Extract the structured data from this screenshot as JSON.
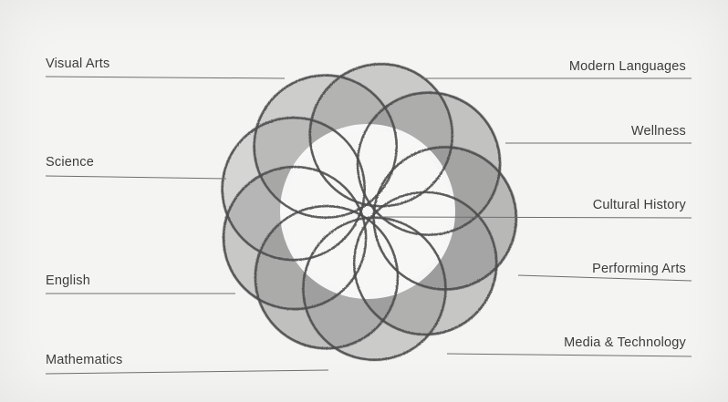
{
  "diagram": {
    "center_label": "",
    "subjects": [
      {
        "id": "visual-arts",
        "label": "Visual Arts"
      },
      {
        "id": "modern-languages",
        "label": "Modern Languages"
      },
      {
        "id": "wellness",
        "label": "Wellness"
      },
      {
        "id": "science",
        "label": "Science"
      },
      {
        "id": "cultural-history",
        "label": "Cultural History"
      },
      {
        "id": "english",
        "label": "English"
      },
      {
        "id": "performing-arts",
        "label": "Performing Arts"
      },
      {
        "id": "mathematics",
        "label": "Mathematics"
      },
      {
        "id": "media-technology",
        "label": "Media & Technology"
      }
    ],
    "colors": {
      "paper": "#f4f4f2",
      "circle_fill": "#8f8f8f",
      "circle_stroke": "#4a4a4a",
      "center_fill": "#f7f7f5",
      "leader_line": "#6e6e6e",
      "label_text": "#3c3c3c"
    }
  }
}
